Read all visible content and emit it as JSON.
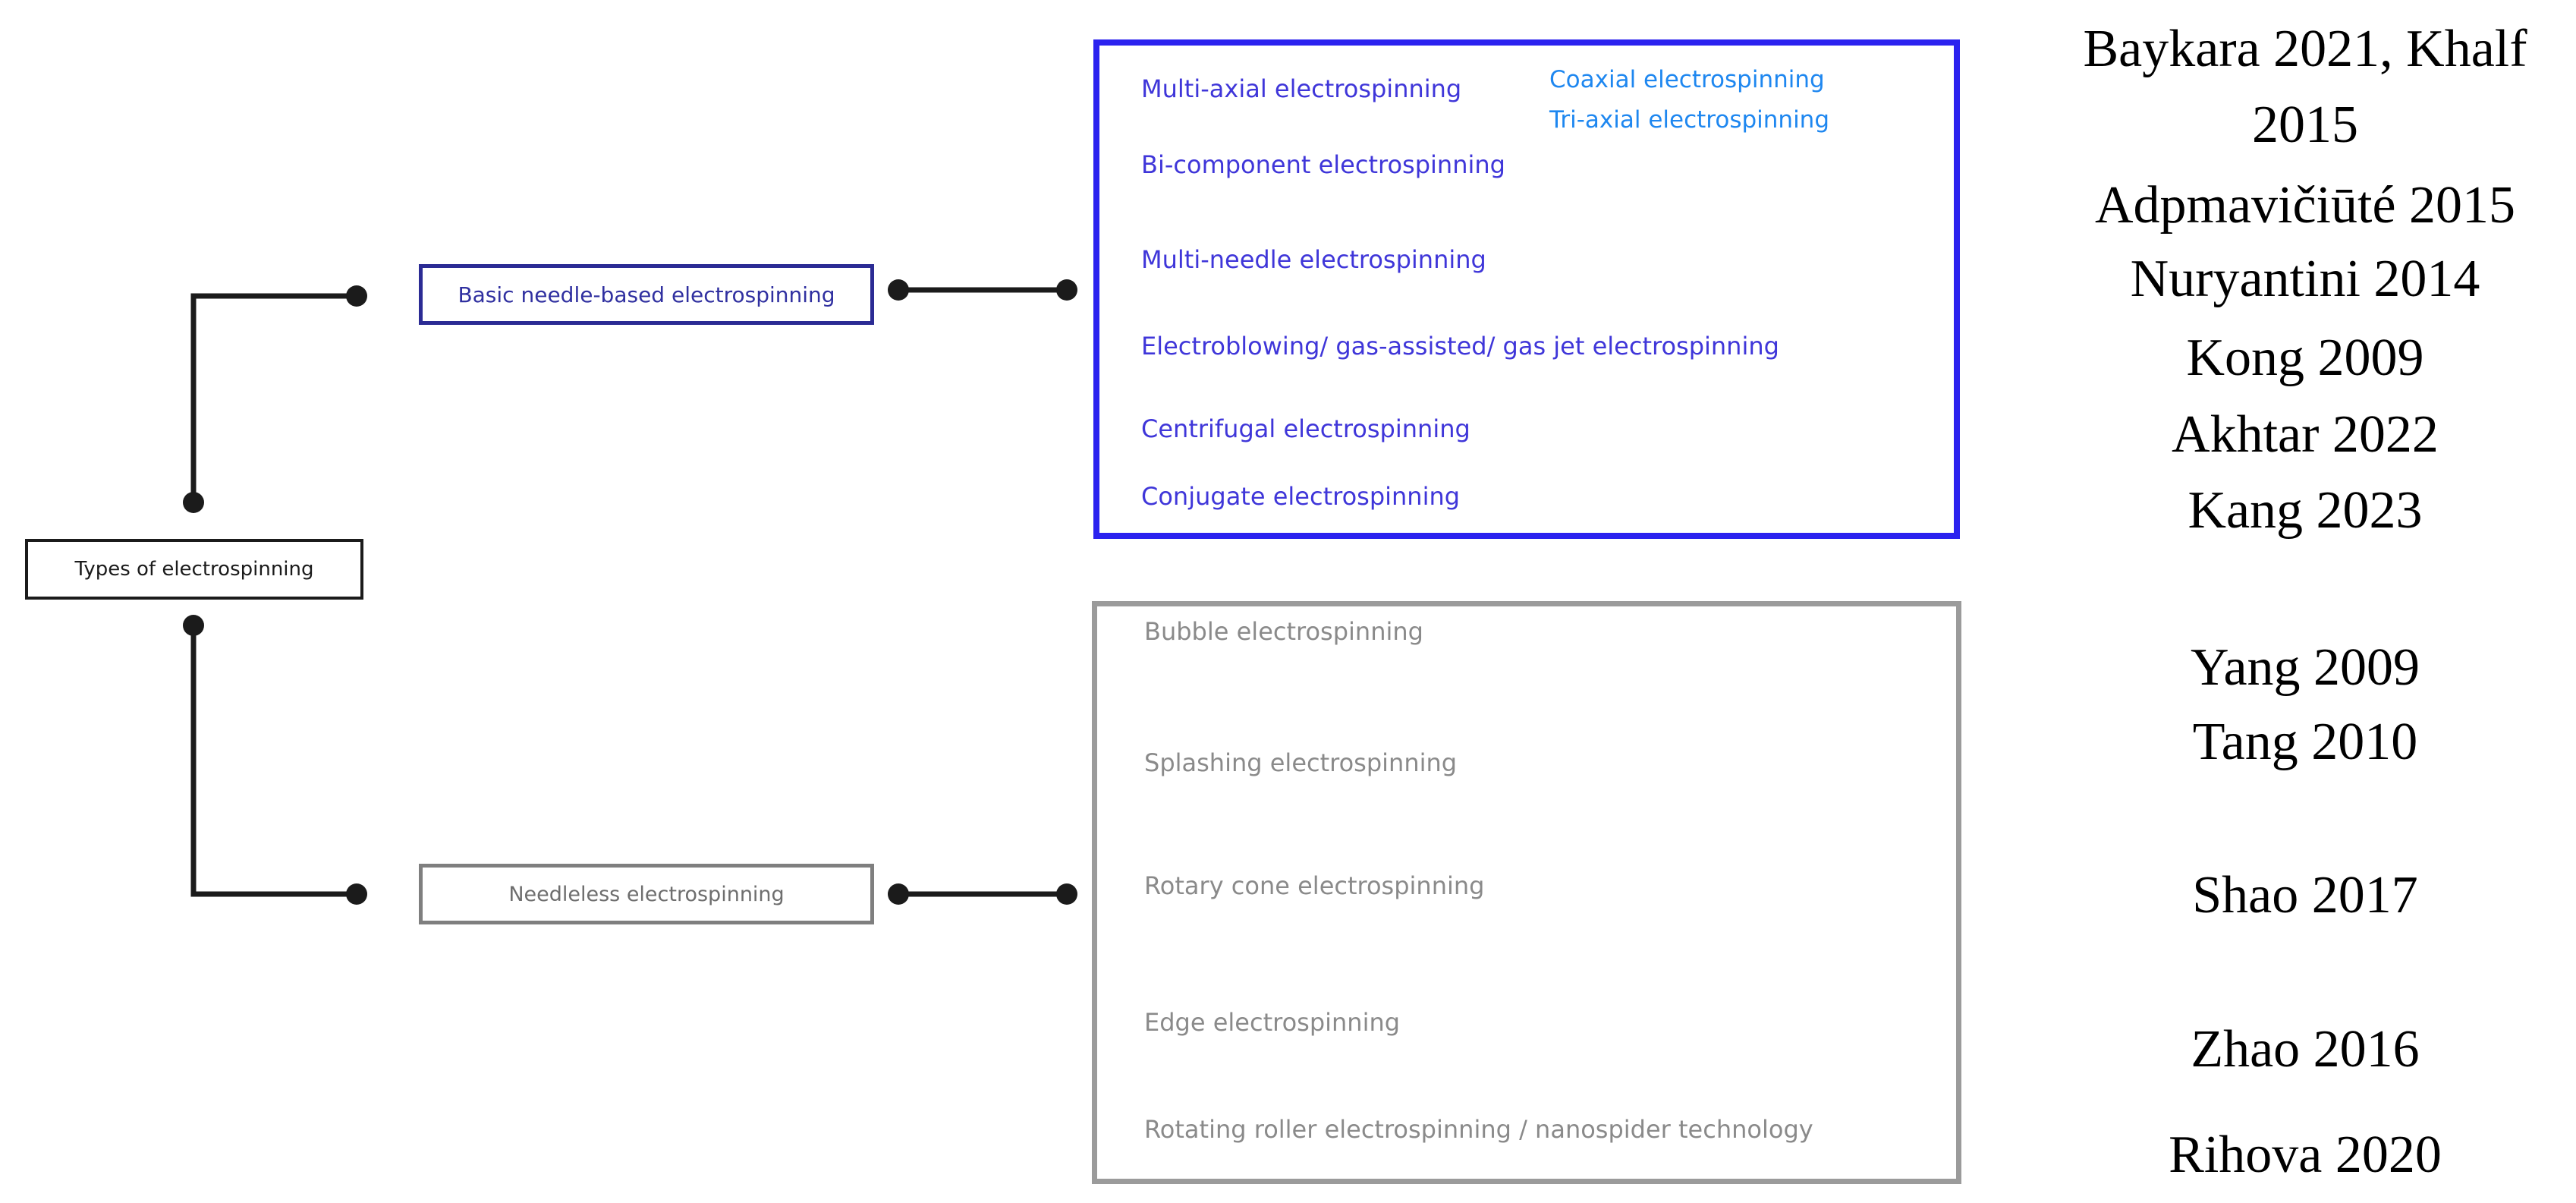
{
  "tree": {
    "root_label": "Types of electrospinning",
    "branch_needle_label": "Basic needle-based electrospinning",
    "branch_needleless_label": "Needleless electrospinning"
  },
  "needle_methods": {
    "items": [
      {
        "label": "Multi-axial electrospinning",
        "children": [
          "Coaxial electrospinning",
          "Tri-axial electrospinning"
        ]
      },
      {
        "label": "Bi-component electrospinning"
      },
      {
        "label": "Multi-needle electrospinning"
      },
      {
        "label": "Electroblowing/ gas-assisted/ gas jet electrospinning"
      },
      {
        "label": "Centrifugal electrospinning"
      },
      {
        "label": "Conjugate electrospinning"
      }
    ]
  },
  "needleless_methods": {
    "items": [
      "Bubble electrospinning",
      "Splashing electrospinning",
      "Rotary cone electrospinning",
      "Edge electrospinning",
      "Rotating roller electrospinning / nanospider technology"
    ]
  },
  "citations": [
    "Baykara 2021, Khalf\n2015",
    "Adpmavičiūté 2015",
    "Nuryantini 2014",
    "Kong 2009",
    "Akhtar 2022",
    "Kang 2023",
    "Yang 2009",
    "Tang 2010",
    "Shao 2017",
    "Zhao 2016",
    "Rihova 2020"
  ],
  "colors": {
    "panel_blue_border": "#2B22EF",
    "needle_item_blue": "#3F36D9",
    "sub_item_azure": "#1E87F0",
    "branch_navy": "#2B2B94",
    "panel_gray_border": "#9B9B9B",
    "needleless_item_gray": "#8A8A8A",
    "line_black": "#1B1B1B",
    "connector_gray": "#8A8A8A"
  }
}
